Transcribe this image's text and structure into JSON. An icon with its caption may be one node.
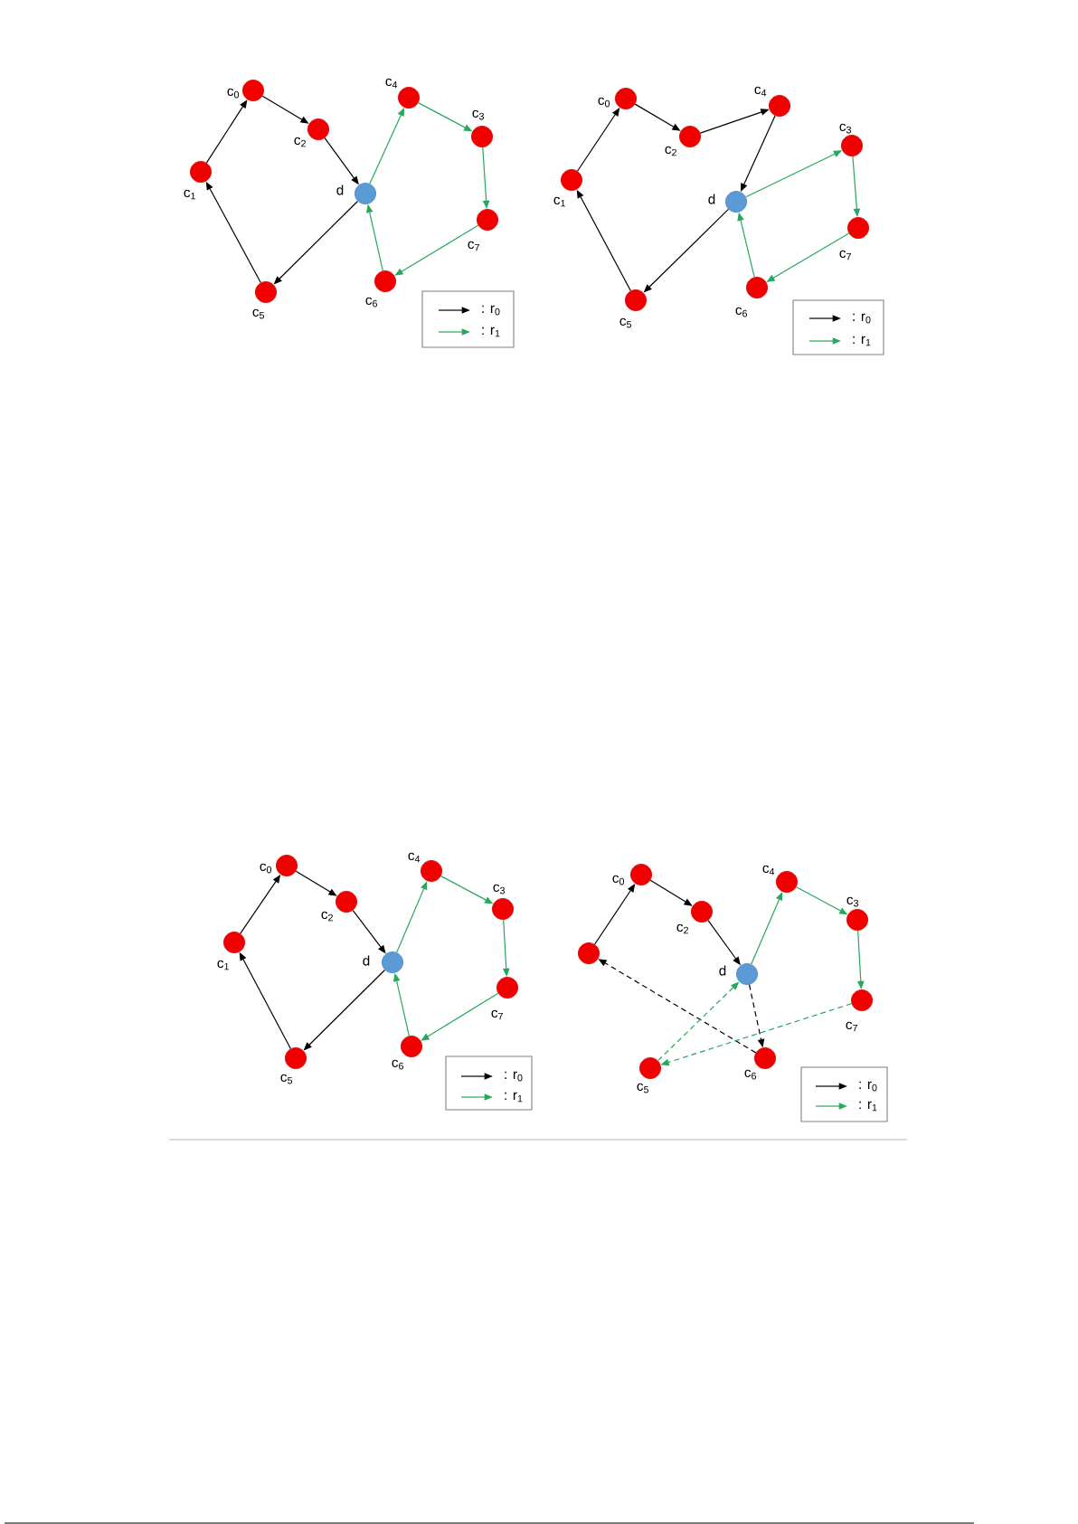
{
  "diagram": {
    "nodes": [
      {
        "text": [],
        "shape": "circle",
        "beside": [
          "c$_{0}$"
        ]
      },
      {
        "text": [],
        "shape": "circle",
        "beside": [
          "c$_{1}$"
        ]
      },
      {
        "text": [],
        "shape": "circle",
        "beside": [
          "c$_{2}$"
        ]
      },
      {
        "text": [],
        "shape": "circle",
        "beside": [
          "c$_{3}$"
        ]
      },
      {
        "text": [],
        "shape": "circle",
        "beside": [
          "c$_{4}$"
        ]
      },
      {
        "text": [],
        "shape": "circle",
        "beside": [
          "c$_{5}$"
        ]
      },
      {
        "text": [],
        "shape": "circle",
        "beside": [
          "c$_{6}$"
        ]
      },
      {
        "text": [],
        "shape": "circle",
        "beside": [
          "c$_{7}$"
        ]
      },
      {
        "text": [],
        "shape": "circle",
        "beside": [
          "d"
        ]
      },
      {
        "text": [],
        "shape": "circle",
        "beside": [
          "c$_{0}$"
        ]
      },
      {
        "text": [],
        "shape": "circle",
        "beside": [
          "c$_{1}$"
        ]
      },
      {
        "text": [],
        "shape": "circle",
        "beside": [
          "c$_{2}$"
        ]
      },
      {
        "text": [],
        "shape": "circle",
        "beside": [
          "c$_{3}$"
        ]
      },
      {
        "text": [],
        "shape": "circle",
        "beside": [
          "c$_{4}$"
        ]
      },
      {
        "text": [],
        "shape": "circle",
        "beside": [
          "c$_{5}$"
        ]
      },
      {
        "text": [],
        "shape": "circle",
        "beside": [
          "c$_{6}$"
        ]
      },
      {
        "text": [],
        "shape": "circle",
        "beside": [
          "c$_{7}$"
        ]
      },
      {
        "text": [],
        "shape": "circle",
        "beside": [
          "d"
        ]
      },
      {
        "text": [],
        "shape": "circle",
        "beside": [
          "c$_{0}$"
        ]
      },
      {
        "text": [],
        "shape": "circle",
        "beside": [
          "c$_{1}$"
        ]
      },
      {
        "text": [],
        "shape": "circle",
        "beside": [
          "c$_{2}$"
        ]
      },
      {
        "text": [],
        "shape": "circle",
        "beside": [
          "c$_{3}$"
        ]
      },
      {
        "text": [],
        "shape": "circle",
        "beside": [
          "c$_{4}$"
        ]
      },
      {
        "text": [],
        "shape": "circle",
        "beside": [
          "c$_{5}$"
        ]
      },
      {
        "text": [],
        "shape": "circle",
        "beside": [
          "c$_{6}$"
        ]
      },
      {
        "text": [],
        "shape": "circle",
        "beside": [
          "c$_{7}$"
        ]
      },
      {
        "text": [],
        "shape": "circle",
        "beside": [
          "d"
        ]
      },
      {
        "text": [],
        "shape": "circle",
        "beside": [
          "c$_{0}$"
        ]
      },
      {
        "text": [],
        "shape": "circle"
      },
      {
        "text": [],
        "shape": "circle",
        "beside": [
          "c$_{2}$"
        ]
      },
      {
        "text": [],
        "shape": "circle",
        "beside": [
          "c$_{3}$"
        ]
      },
      {
        "text": [],
        "shape": "circle",
        "beside": [
          "c$_{4}$"
        ]
      },
      {
        "text": [],
        "shape": "circle",
        "beside": [
          "c$_{5}$"
        ]
      },
      {
        "text": [],
        "shape": "circle",
        "beside": [
          "c$_{6}$"
        ]
      },
      {
        "text": [],
        "shape": "circle",
        "beside": [
          "c$_{7}$"
        ]
      },
      {
        "text": [],
        "shape": "circle",
        "beside": [
          "d"
        ]
      }
    ],
    "edges": [
      {
        "from": 1,
        "to": 0,
        "arrow": "to"
      },
      {
        "from": 0,
        "to": 2,
        "arrow": "to"
      },
      {
        "from": 2,
        "to": 8,
        "arrow": "to"
      },
      {
        "from": 8,
        "to": 5,
        "arrow": "to"
      },
      {
        "from": 5,
        "to": 1,
        "arrow": "to"
      },
      {
        "from": 8,
        "to": 4,
        "arrow": "to",
        "color": "#25a85c"
      },
      {
        "from": 4,
        "to": 3,
        "arrow": "to",
        "color": "#25a85c"
      },
      {
        "from": 3,
        "to": 7,
        "arrow": "to",
        "color": "#25a85c"
      },
      {
        "from": 7,
        "to": 6,
        "arrow": "to",
        "color": "#25a85c"
      },
      {
        "from": 6,
        "to": 8,
        "arrow": "to",
        "color": "#25a85c"
      },
      {
        "from": 10,
        "to": 9,
        "arrow": "to"
      },
      {
        "from": 9,
        "to": 11,
        "arrow": "to"
      },
      {
        "from": 11,
        "to": 13,
        "arrow": "to"
      },
      {
        "from": 13,
        "to": 17,
        "arrow": "to"
      },
      {
        "from": 17,
        "to": 14,
        "arrow": "to"
      },
      {
        "from": 14,
        "to": 10,
        "arrow": "to"
      },
      {
        "from": 17,
        "to": 12,
        "arrow": "to",
        "color": "#25a85c"
      },
      {
        "from": 12,
        "to": 16,
        "arrow": "to",
        "color": "#25a85c"
      },
      {
        "from": 16,
        "to": 15,
        "arrow": "to",
        "color": "#25a85c"
      },
      {
        "from": 15,
        "to": 17,
        "arrow": "to",
        "color": "#25a85c"
      },
      {
        "from": 19,
        "to": 18,
        "arrow": "to"
      },
      {
        "from": 18,
        "to": 20,
        "arrow": "to"
      },
      {
        "from": 20,
        "to": 26,
        "arrow": "to"
      },
      {
        "from": 26,
        "to": 23,
        "arrow": "to"
      },
      {
        "from": 23,
        "to": 19,
        "arrow": "to"
      },
      {
        "from": 26,
        "to": 22,
        "arrow": "to",
        "color": "#25a85c"
      },
      {
        "from": 22,
        "to": 21,
        "arrow": "to",
        "color": "#25a85c"
      },
      {
        "from": 21,
        "to": 25,
        "arrow": "to",
        "color": "#25a85c"
      },
      {
        "from": 25,
        "to": 24,
        "arrow": "to",
        "color": "#25a85c"
      },
      {
        "from": 24,
        "to": 26,
        "arrow": "to",
        "color": "#25a85c"
      },
      {
        "from": 28,
        "to": 27,
        "arrow": "to"
      },
      {
        "from": 27,
        "to": 29,
        "arrow": "to"
      },
      {
        "from": 29,
        "to": 35,
        "arrow": "to"
      },
      {
        "from": 35,
        "to": 33,
        "arrow": "to",
        "style": "dashed"
      },
      {
        "from": 33,
        "to": 28,
        "arrow": "to",
        "style": "dashed"
      },
      {
        "from": 35,
        "to": 31,
        "arrow": "to",
        "color": "#25a85c"
      },
      {
        "from": 31,
        "to": 30,
        "arrow": "to",
        "color": "#25a85c"
      },
      {
        "from": 30,
        "to": 34,
        "arrow": "to",
        "color": "#25a85c"
      },
      {
        "from": 34,
        "to": 32,
        "arrow": "to",
        "style": "dashed",
        "color": "#25a85c"
      },
      {
        "from": 32,
        "to": 35,
        "arrow": "to",
        "style": "dashed",
        "color": "#25a85c"
      }
    ],
    "legend": [
      {
        "text": ": r$_{0}$"
      },
      {
        "text": ": r$_{1}$"
      },
      {
        "text": ": r$_{0}$"
      },
      {
        "text": ": r$_{1}$"
      },
      {
        "text": ": r$_{0}$"
      },
      {
        "text": ": r$_{1}$"
      },
      {
        "text": ": r$_{0}$"
      },
      {
        "text": ": r$_{1}$"
      }
    ]
  }
}
